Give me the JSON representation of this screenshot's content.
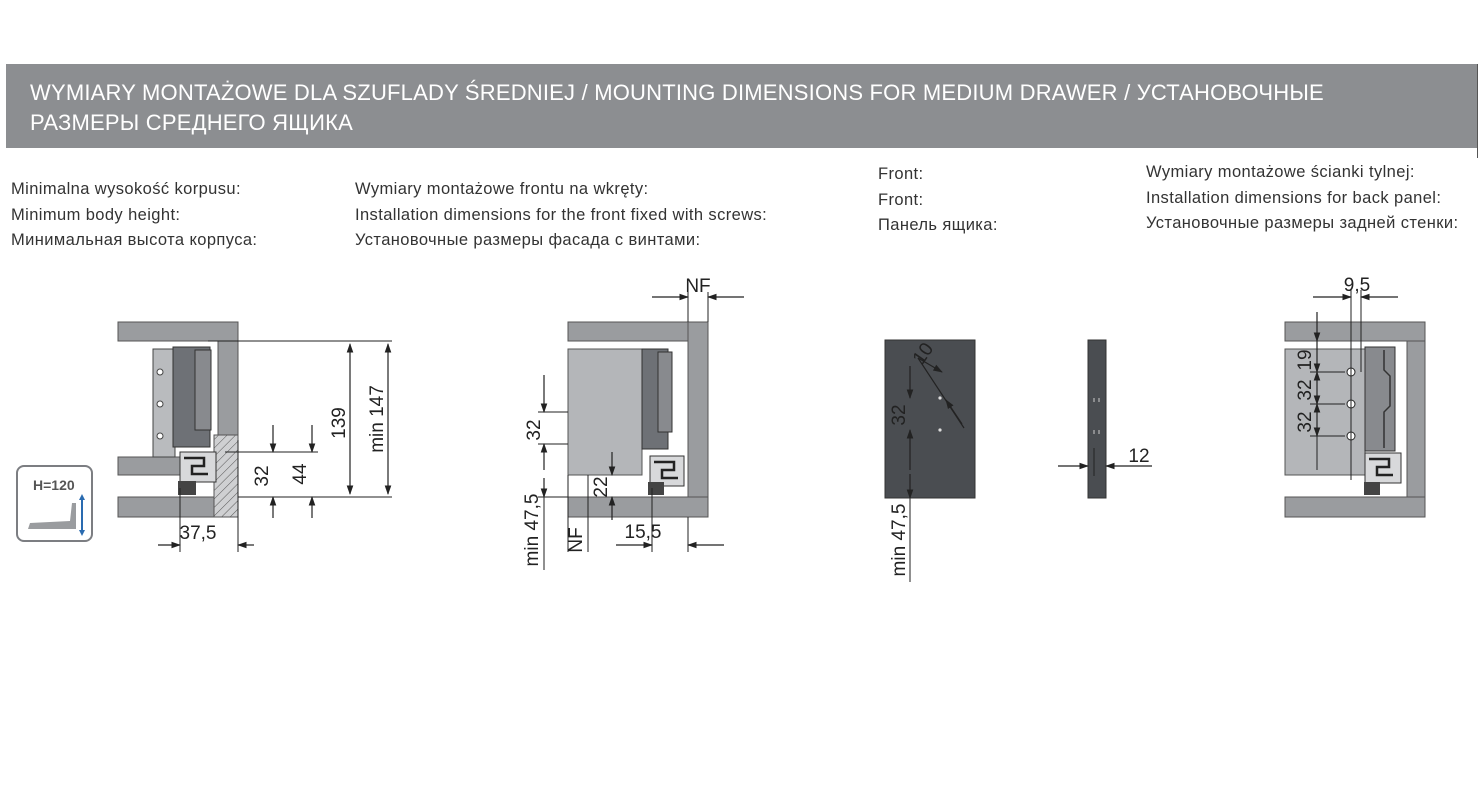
{
  "header": {
    "title_line1": "WYMIARY MONTAŻOWE DLA SZUFLADY ŚREDNIEJ / MOUNTING DIMENSIONS FOR MEDIUM DRAWER / УСТАНОВОЧНЫЕ",
    "title_line2": "РАЗМЕРЫ СРЕДНЕГО ЯЩИКА"
  },
  "sections": [
    {
      "lines": [
        "Minimalna wysokość korpusu:",
        "Minimum body height:",
        "Минимальная высота корпуса:"
      ]
    },
    {
      "lines": [
        "Wymiary montażowe frontu na wkręty:",
        "Installation dimensions for the front fixed with screws:",
        "Установочные размеры фасада с винтами:"
      ]
    },
    {
      "lines": [
        "Front:",
        "Front:",
        "Панель ящика:"
      ]
    },
    {
      "lines": [
        "Wymiary montażowe ścianki tylnej:",
        "Installation dimensions for back panel:",
        "Установочные размеры задней стенки:"
      ]
    }
  ],
  "badge": {
    "label": "H=120"
  },
  "dimensions": {
    "body": {
      "width": "37,5",
      "d32": "32",
      "d44": "44",
      "d139": "139",
      "min147": "min 147"
    },
    "front": {
      "nf_top": "NF",
      "d32": "32",
      "min47_5": "min 47,5",
      "nf_bottom": "NF",
      "d22": "22",
      "d15_5": "15,5"
    },
    "panel": {
      "d10": "10",
      "d32": "32",
      "min47_5": "min 47,5"
    },
    "panel_side": {
      "d12": "12"
    },
    "back": {
      "d9_5": "9,5",
      "d19": "19",
      "d32a": "32",
      "d32b": "32"
    }
  },
  "colors": {
    "banner": "#8c8e91",
    "board": "#9a9c9f",
    "dark_panel": "#4a4d51",
    "front_light": "#b4b6b9",
    "runner": "#6e7176"
  }
}
